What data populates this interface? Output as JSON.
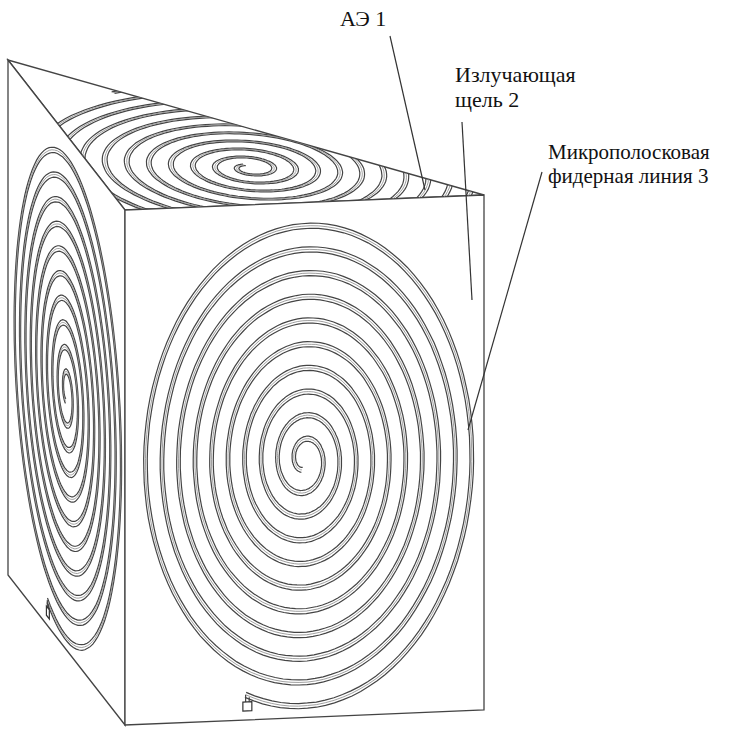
{
  "diagram": {
    "labels": [
      "АЭ 1",
      "Излучающая щель 2",
      "Микрополосковая фидерная линия 3"
    ]
  }
}
